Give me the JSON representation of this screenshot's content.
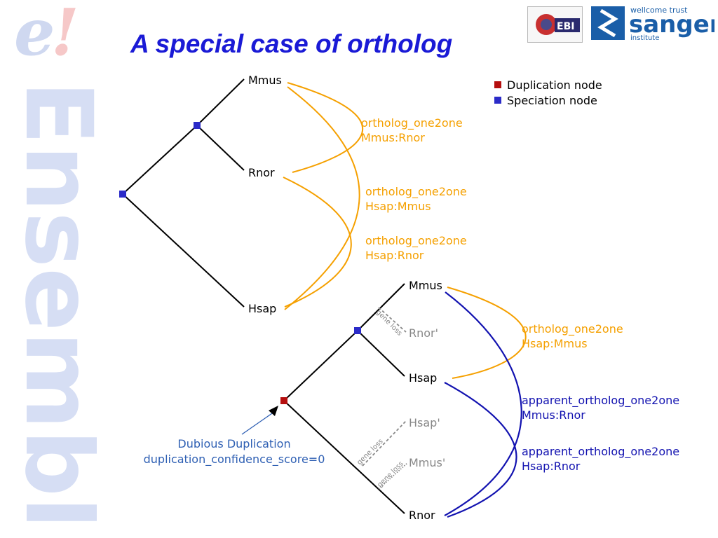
{
  "slide": {
    "title": "A special case of ortholog",
    "brand_word": "Ensembl",
    "brand_mark": "e!"
  },
  "logos": {
    "ebi_text": "EBI",
    "sanger_top": "wellcome trust",
    "sanger_main": "sanger",
    "sanger_bottom": "institute"
  },
  "legend": {
    "duplication_label": "Duplication node",
    "speciation_label": "Speciation node",
    "duplication_color": "#b50f0f",
    "speciation_color": "#2b2bc8"
  },
  "colors": {
    "ortholog": "#f5a000",
    "apparent_ortholog": "#1212b0",
    "ghost": "#888888",
    "annotation": "#2e5fb3"
  },
  "tree1": {
    "leaves": [
      "Mmus",
      "Rnor",
      "Hsap"
    ],
    "relations": [
      {
        "line1": "ortholog_one2one",
        "line2": "Mmus:Rnor"
      },
      {
        "line1": "ortholog_one2one",
        "line2": "Hsap:Mmus"
      },
      {
        "line1": "ortholog_one2one",
        "line2": "Hsap:Rnor"
      }
    ]
  },
  "tree2": {
    "leaves": [
      "Mmus",
      "Rnor'",
      "Hsap",
      "Hsap'",
      "Mmus'",
      "Rnor"
    ],
    "gene_loss": "gene loss",
    "relations": [
      {
        "line1": "ortholog_one2one",
        "line2": "Hsap:Mmus"
      },
      {
        "line1": "apparent_ortholog_one2one",
        "line2": "Mmus:Rnor"
      },
      {
        "line1": "apparent_ortholog_one2one",
        "line2": "Hsap:Rnor"
      }
    ],
    "annotation_line1": "Dubious Duplication",
    "annotation_line2": "duplication_confidence_score=0"
  }
}
